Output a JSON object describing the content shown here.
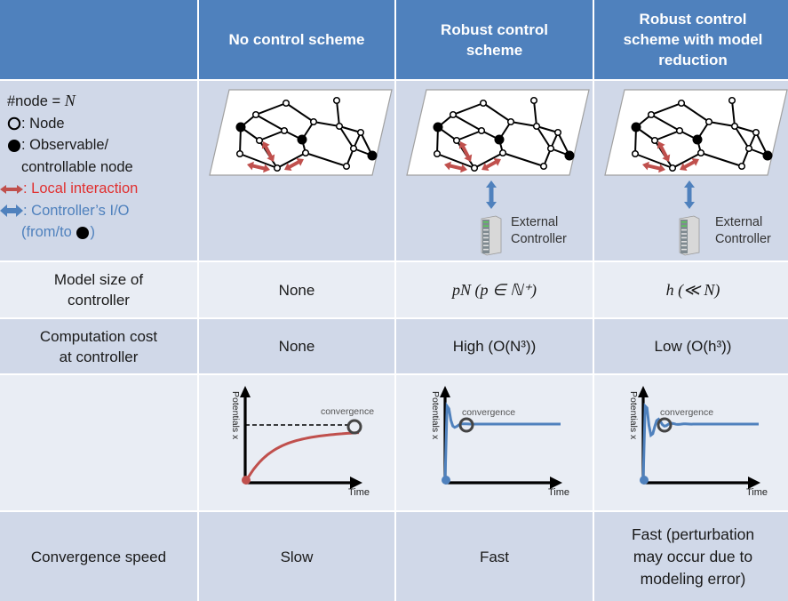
{
  "header": {
    "corner": "",
    "columns": [
      "No control scheme",
      "Robust control scheme",
      "Robust control scheme with model reduction"
    ],
    "column_lines": [
      [
        "No control scheme"
      ],
      [
        "Robust control",
        "scheme"
      ],
      [
        "Robust control",
        "scheme with model",
        "reduction"
      ]
    ],
    "background": "#4f81bd"
  },
  "legend": {
    "node_count_prefix": "#node = ",
    "node_count_var": "N",
    "node_label": ": Node",
    "observable_label_1": ": Observable/",
    "observable_label_2": "controllable node",
    "local_interaction_label": ": Local interaction",
    "controller_io_label_1": ": Controller’s I/O",
    "controller_io_label_2": "(from/to ",
    "controller_io_label_3": ")",
    "local_color": "#c0504d",
    "io_color": "#4f81bd"
  },
  "external_controller": {
    "line1": "External",
    "line2": "Controller"
  },
  "rows": {
    "model_size": {
      "label_1": "Model size of",
      "label_2": "controller",
      "values": [
        "None",
        "pN (p ∈ ℕ⁺)",
        "h (≪ N)"
      ]
    },
    "computation_cost": {
      "label_1": "Computation cost",
      "label_2": "at controller",
      "values": [
        "None",
        "High (O(N³))",
        "Low (O(h³))"
      ]
    },
    "convergence_speed": {
      "label": "Convergence speed",
      "values": [
        "Slow",
        "Fast",
        "Fast (perturbation may occur due to modeling error)"
      ],
      "value3_lines": [
        "Fast (perturbation",
        "may occur due to",
        "modeling error)"
      ]
    }
  },
  "plots": {
    "ylabel": "Potentials x",
    "xlabel": "Time",
    "annotation": "convergence",
    "items": [
      {
        "name": "slow",
        "color": "#c0504d",
        "style": "exponential-rise"
      },
      {
        "name": "fast",
        "color": "#4f81bd",
        "style": "overshoot-damped"
      },
      {
        "name": "fast-perturbed",
        "color": "#4f81bd",
        "style": "overshoot-oscillating"
      }
    ]
  }
}
